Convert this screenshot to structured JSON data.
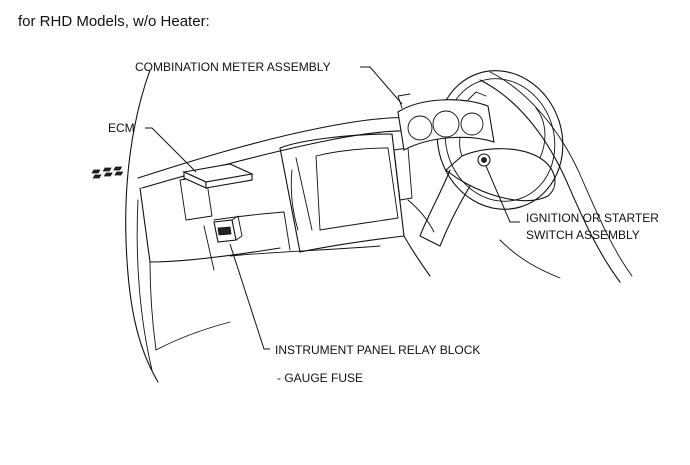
{
  "heading": "for RHD Models, w/o Heater:",
  "callouts": {
    "combination_meter": "COMBINATION METER ASSEMBLY",
    "ecm": "ECM",
    "ignition_line1": "IGNITION OR STARTER",
    "ignition_line2": "SWITCH ASSEMBLY",
    "relay_block": "INSTRUMENT PANEL RELAY BLOCK",
    "gauge_fuse": "- GAUGE FUSE"
  }
}
